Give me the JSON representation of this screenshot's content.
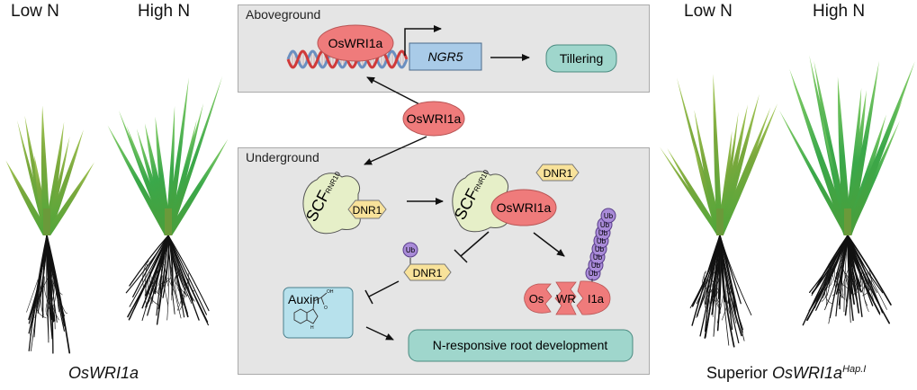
{
  "left_group": {
    "low_label": "Low N",
    "high_label": "High N",
    "caption": "OsWRI1a"
  },
  "right_group": {
    "low_label": "Low N",
    "high_label": "High N",
    "caption_prefix": "Superior ",
    "caption_gene": "OsWRI1a",
    "caption_superscript": "Hap.I"
  },
  "aboveground": {
    "title": "Aboveground",
    "protein": "OsWRI1a",
    "gene": "NGR5",
    "outcome": "Tillering"
  },
  "center_protein": "OsWRI1a",
  "underground": {
    "title": "Underground",
    "complex_label": "SCF",
    "complex_superscript": "RNR10",
    "dnr1": "DNR1",
    "oswri1a": "OsWRI1a",
    "ub": "Ub",
    "degraded_parts": [
      "Os",
      "WR",
      "I1a"
    ],
    "auxin": "Auxin",
    "auxin_oh": "OH",
    "auxin_o": "O",
    "auxin_h": "H",
    "outcome": "N-responsive root development"
  },
  "colors": {
    "panel_bg": "#e5e5e5",
    "protein_red": "#ef7b7b",
    "gene_blue": "#a9cbe8",
    "teal_box": "#9fd6cc",
    "scf_green": "#e6efc8",
    "dnr1_yellow": "#f8e29a",
    "ub_purple": "#a98bd8",
    "auxin_blue": "#b7e1ec"
  }
}
